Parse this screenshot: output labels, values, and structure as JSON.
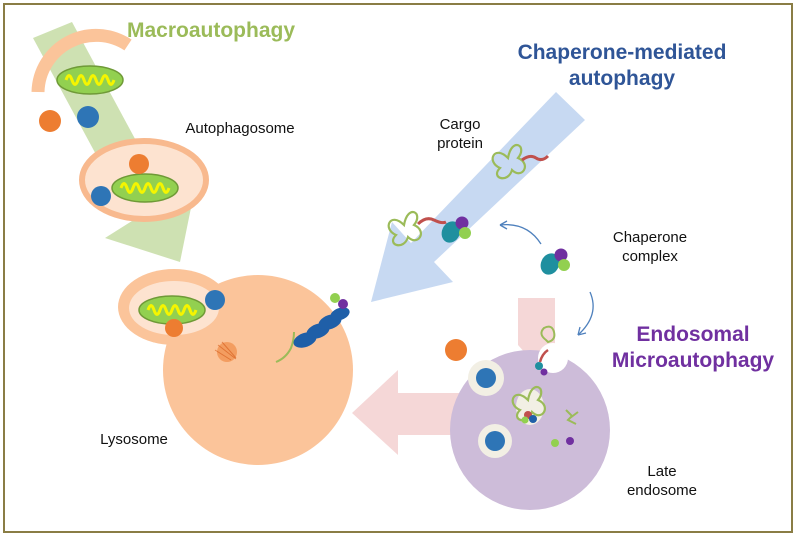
{
  "titles": {
    "macro": "Macroautophagy",
    "cma_line1": "Chaperone-mediated",
    "cma_line2": "autophagy",
    "micro_line1": "Endosomal",
    "micro_line2": "Microautophagy"
  },
  "labels": {
    "autophagosome": "Autophagosome",
    "cargo_line1": "Cargo",
    "cargo_line2": "protein",
    "chaperone_line1": "Chaperone",
    "chaperone_line2": "complex",
    "lysosome": "Lysosome",
    "late_line1": "Late",
    "late_line2": "endosome"
  },
  "colors": {
    "macro": "#9bbb59",
    "cma": "#2f5597",
    "micro": "#7030a0",
    "lysosome": "#fbc49a",
    "late_endosome": "#cdbcd9",
    "border": "#8a7d45"
  }
}
